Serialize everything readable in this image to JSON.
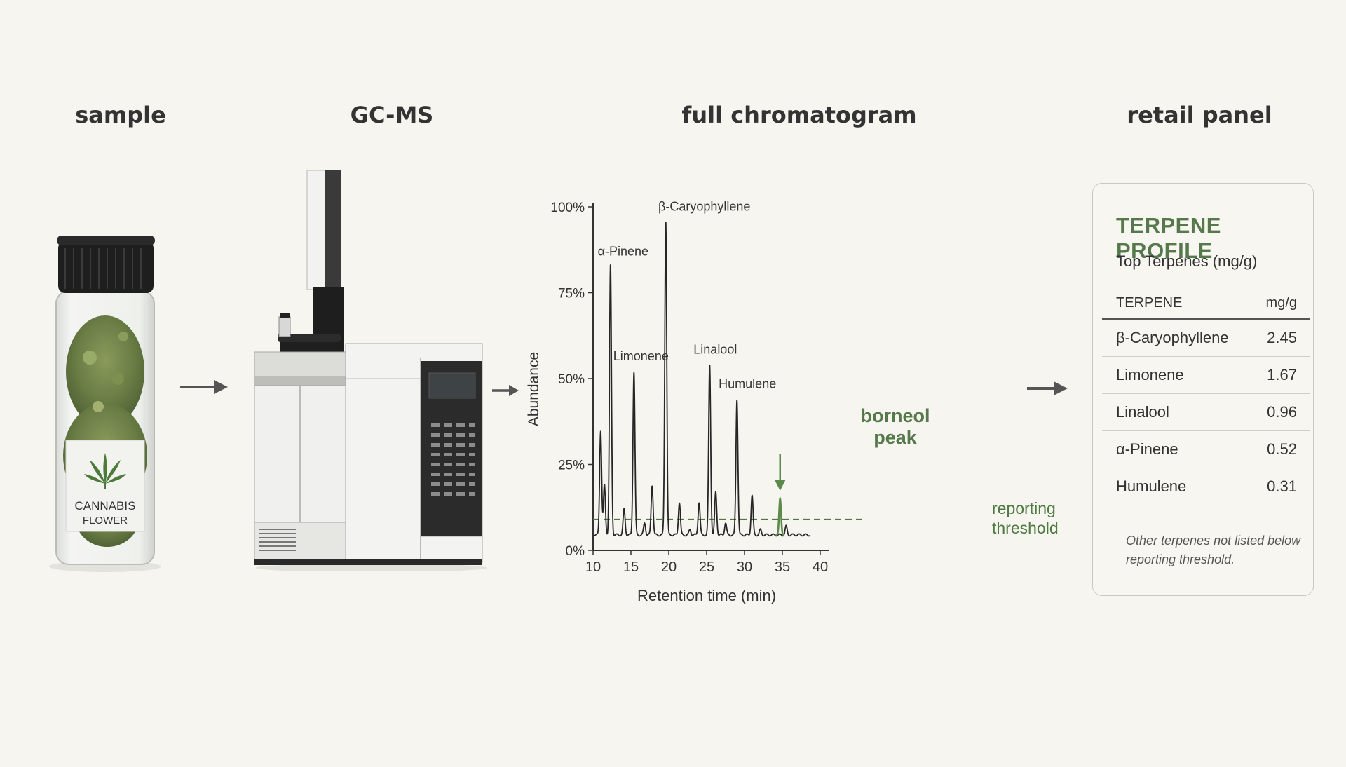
{
  "stages": [
    {
      "label": "sample"
    },
    {
      "label": "GC-MS"
    },
    {
      "label": "full chromatogram"
    },
    {
      "label": "retail panel"
    }
  ],
  "vial": {
    "label_line1": "CANNABIS",
    "label_line2": "FLOWER"
  },
  "chart_data": {
    "type": "line",
    "xlabel": "Retention time (min)",
    "ylabel": "Abundance",
    "xlim": [
      10,
      40
    ],
    "ylim": [
      0,
      100
    ],
    "xticks": [
      10,
      15,
      20,
      25,
      30,
      35,
      40
    ],
    "yticks": [
      {
        "value": 0,
        "label": "0%"
      },
      {
        "value": 25,
        "label": "25%"
      },
      {
        "value": 50,
        "label": "50%"
      },
      {
        "value": 75,
        "label": "75%"
      },
      {
        "value": 100,
        "label": "100%"
      }
    ],
    "baseline": 4.5,
    "trace_end": 38.7,
    "peaks": [
      {
        "x": 11.0,
        "y": 35,
        "label": ""
      },
      {
        "x": 11.5,
        "y": 19,
        "label": ""
      },
      {
        "x": 12.3,
        "y": 83,
        "label": "α-Pinene"
      },
      {
        "x": 14.1,
        "y": 12,
        "label": ""
      },
      {
        "x": 15.4,
        "y": 52,
        "label": "Limonene"
      },
      {
        "x": 16.8,
        "y": 8,
        "label": ""
      },
      {
        "x": 17.8,
        "y": 19,
        "label": ""
      },
      {
        "x": 19.6,
        "y": 96,
        "label": "β-Caryophyllene"
      },
      {
        "x": 21.4,
        "y": 14,
        "label": ""
      },
      {
        "x": 22.8,
        "y": 6,
        "label": ""
      },
      {
        "x": 24.0,
        "y": 14,
        "label": ""
      },
      {
        "x": 25.4,
        "y": 54,
        "label": "Linalool"
      },
      {
        "x": 26.2,
        "y": 17,
        "label": ""
      },
      {
        "x": 27.5,
        "y": 8,
        "label": ""
      },
      {
        "x": 29.0,
        "y": 44,
        "label": "Humulene"
      },
      {
        "x": 31.0,
        "y": 16,
        "label": ""
      },
      {
        "x": 32.1,
        "y": 6,
        "label": ""
      },
      {
        "x": 34.7,
        "y": 15,
        "label": "",
        "highlight": true
      },
      {
        "x": 35.5,
        "y": 7,
        "label": ""
      }
    ],
    "threshold": {
      "value": 9,
      "label_line1": "reporting",
      "label_line2": "threshold"
    },
    "annotation": {
      "x": 34.7,
      "line1": "borneol",
      "line2": "peak"
    },
    "colors": {
      "trace": "#262626",
      "highlight": "#5c8a4a",
      "threshold": "#4e7a40",
      "axis": "#333333"
    }
  },
  "panel": {
    "title": "TERPENE PROFILE",
    "subtitle": "Top Terpenes (mg/g)",
    "col_headers": [
      "TERPENE",
      "mg/g"
    ],
    "rows": [
      {
        "name": "β-Caryophyllene",
        "value": "2.45"
      },
      {
        "name": "Limonene",
        "value": "1.67"
      },
      {
        "name": "Linalool",
        "value": "0.96"
      },
      {
        "name": "α-Pinene",
        "value": "0.52"
      },
      {
        "name": "Humulene",
        "value": "0.31"
      }
    ],
    "note": "Other terpenes not listed below reporting threshold."
  },
  "colors": {
    "background": "#f6f5f0",
    "accent_green": "#55794a",
    "arrow": "#555555"
  }
}
